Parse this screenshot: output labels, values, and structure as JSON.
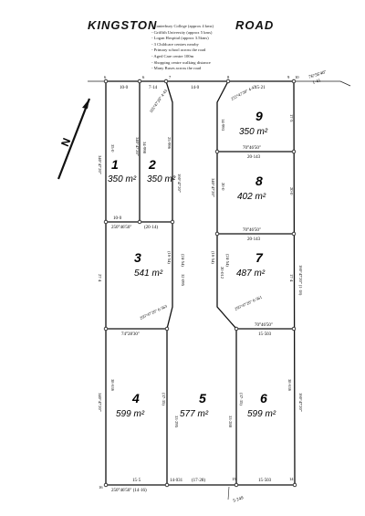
{
  "header": {
    "road_name_left": "KINGSTON",
    "road_name_right": "ROAD",
    "notes": [
      "- Canterbury College (approx 4 kms)",
      "- Griffith University (approx 5 kms)",
      "- Logan Hospital (approx 3.5kms)",
      "- 3 Childcare centres nearby",
      "- Primary school across the road",
      "- Aged Care centre 100m",
      "- Shopping centre walking distance",
      "- Many Buses across the road"
    ]
  },
  "lots": [
    {
      "number": "1",
      "area": "350 m²"
    },
    {
      "number": "2",
      "area": "350 m²"
    },
    {
      "number": "3",
      "area": "541 m²"
    },
    {
      "number": "4",
      "area": "599 m²"
    },
    {
      "number": "5",
      "area": "577 m²"
    },
    {
      "number": "6",
      "area": "599 m²"
    },
    {
      "number": "7",
      "area": "487 m²"
    },
    {
      "number": "8",
      "area": "402 m²"
    },
    {
      "number": "9",
      "area": "350 m²"
    }
  ],
  "north_label": "N",
  "dimensions": {
    "top": [
      "10·0",
      "7·14",
      "14·0",
      "15·21"
    ],
    "top_right_bearing": "76°56'40\"",
    "top_right_dist": "1·41",
    "bearing_a": "250°46'50\"",
    "lot1_bottom": "10·0",
    "lot2_bottom": "(20·14)",
    "lot9_bottom_bearing": "70°46'50\"",
    "lot9_bottom": "20·143",
    "lot8_bottom_bearing": "70°46'50\"",
    "lot8_bottom": "20·143",
    "lot7_bottom_bearing": "70°46'50\"",
    "lot7_bottom": "15·503",
    "lot3_bottom_bearing": "74°28'30\"",
    "bottom": [
      "15·5",
      "14·031",
      "(17·28)",
      "15·503"
    ],
    "bottom_bearing": "250°46'50\" (14·16)",
    "bottom_right_dist": "5·249",
    "splay_left_top": "165°47'20\" 4·43",
    "splay_right_top": "255°47'20\" 4·43",
    "splay_left_bottom": "205°47'20\" 6·563",
    "splay_right_bottom": "295°47'20\" 6·561",
    "vertical": [
      "340°47'20\"",
      "35·0",
      "340°47'20\"",
      "34·998",
      "160°47'20\"",
      "25·996",
      "14·993",
      "340°47'20\"",
      "20·0",
      "20·0",
      "(16·54)",
      "(16·54)",
      "20·012",
      "27·4",
      "160°47'20\" (1·18)",
      "17·4",
      "(24·54)",
      "(24·54)",
      "32·095",
      "38·636",
      "340°47'20\"",
      "(37·35)",
      "33·295",
      "33·288",
      "(37·35)",
      "38·636",
      "160°47'20\"",
      "17·5"
    ],
    "corners": [
      "6",
      "6",
      "7",
      "8",
      "9",
      "10",
      "16",
      "15",
      "14"
    ]
  }
}
